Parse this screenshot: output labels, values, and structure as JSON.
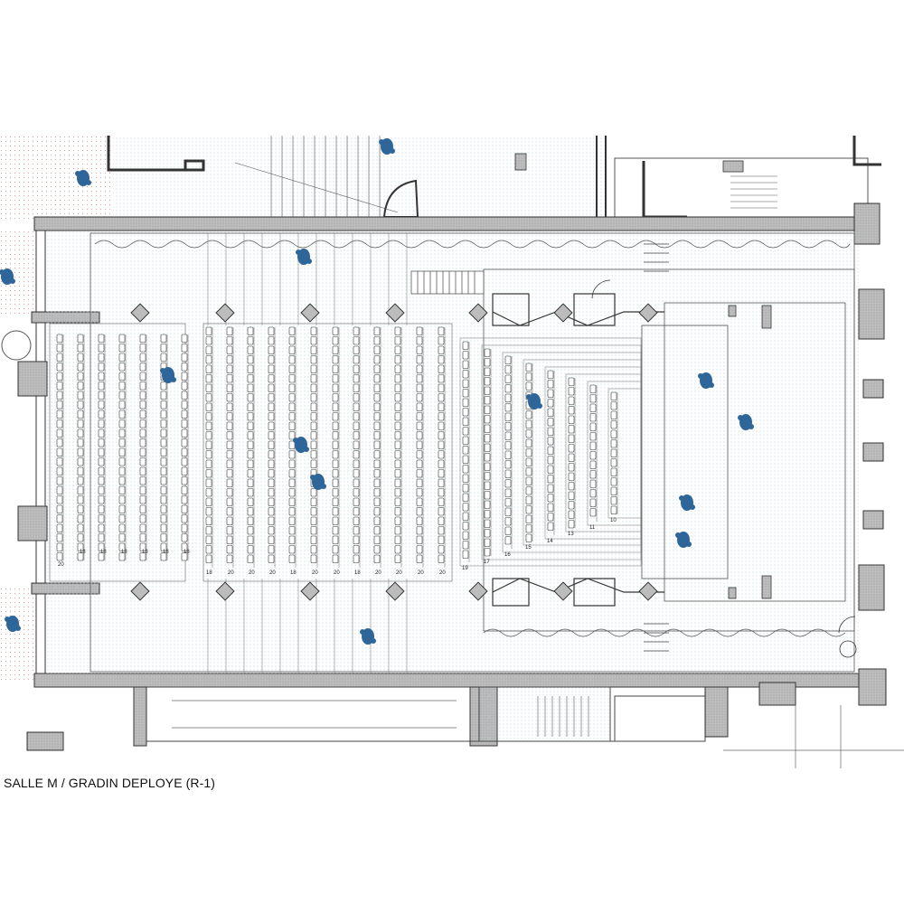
{
  "caption": "SALLE M / GRADIN DEPLOYE (R-1)",
  "colors": {
    "wall": "#c8c8c8",
    "wall_stroke": "#333333",
    "floor_dots": "#9fc6cf",
    "exterior_dots": "#d9a3a3",
    "figure": "#2f6699",
    "line": "#444444"
  },
  "row_labels": {
    "left_block": [
      "20",
      "18",
      "18",
      "18",
      "18",
      "18",
      "18"
    ],
    "center_block": [
      "18",
      "20",
      "20",
      "20",
      "18",
      "20",
      "20",
      "18",
      "20",
      "20",
      "20",
      "20"
    ],
    "stage_block": [
      "19",
      "17",
      "16",
      "15",
      "14",
      "13",
      "11",
      "10"
    ]
  },
  "icons": [
    "person-figure-icon",
    "column-icon",
    "stair-icon",
    "door-swing-icon",
    "spiral-stair-icon"
  ]
}
